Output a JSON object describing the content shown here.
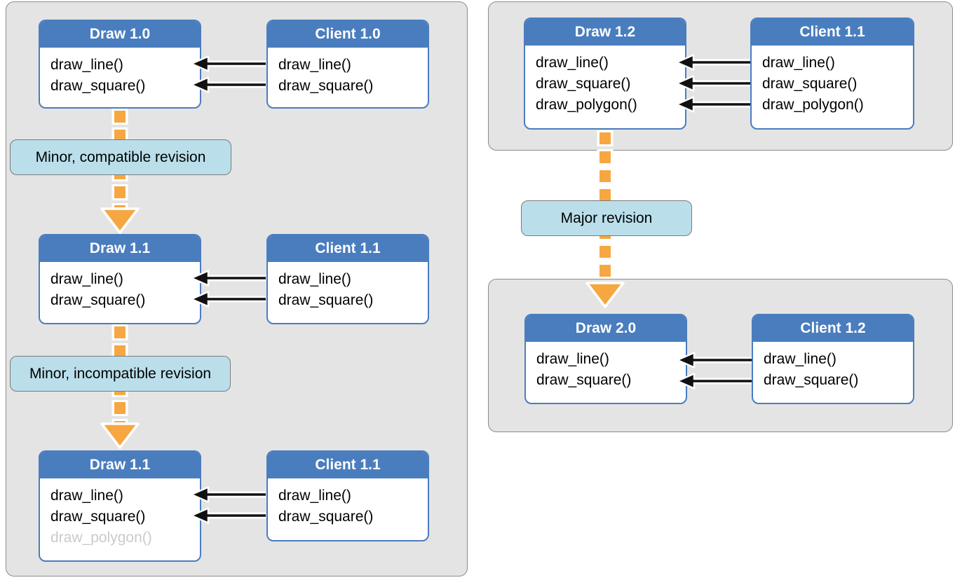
{
  "colors": {
    "box_blue": "#4a7dbe",
    "panel_gray": "#e4e4e4",
    "panel_border": "#8c8c8c",
    "label_blue": "#badfeb",
    "label_border": "#7a7a7a",
    "arrow_orange": "#f6a742",
    "muted_method": "#c8cbcc",
    "arrow_black": "#111111"
  },
  "boxes": {
    "l1_draw": {
      "title": "Draw 1.0",
      "methods": [
        "draw_line()",
        "draw_square()"
      ]
    },
    "l1_client": {
      "title": "Client 1.0",
      "methods": [
        "draw_line()",
        "draw_square()"
      ]
    },
    "l2_draw": {
      "title": "Draw 1.1",
      "methods": [
        "draw_line()",
        "draw_square()"
      ]
    },
    "l2_client": {
      "title": "Client 1.1",
      "methods": [
        "draw_line()",
        "draw_square()"
      ]
    },
    "l3_draw": {
      "title": "Draw 1.1",
      "methods": [
        "draw_line()",
        "draw_square()"
      ],
      "muted_method": "draw_polygon()"
    },
    "l3_client": {
      "title": "Client 1.1",
      "methods": [
        "draw_line()",
        "draw_square()"
      ]
    },
    "r1_draw": {
      "title": "Draw 1.2",
      "methods": [
        "draw_line()",
        "draw_square()",
        "draw_polygon()"
      ]
    },
    "r1_client": {
      "title": "Client 1.1",
      "methods": [
        "draw_line()",
        "draw_square()",
        "draw_polygon()"
      ]
    },
    "r2_draw": {
      "title": "Draw 2.0",
      "methods": [
        "draw_line()",
        "draw_square()"
      ]
    },
    "r2_client": {
      "title": "Client 1.2",
      "methods": [
        "draw_line()",
        "draw_square()"
      ]
    }
  },
  "labels": {
    "minor_compatible": "Minor, compatible revision",
    "minor_incompatible": "Minor, incompatible revision",
    "major": "Major revision"
  }
}
